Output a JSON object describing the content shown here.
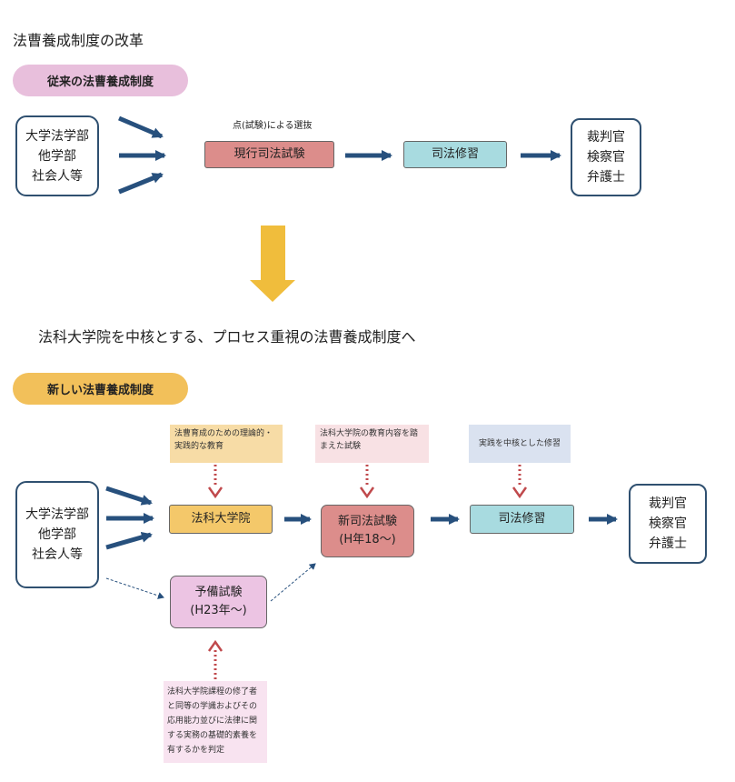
{
  "title": "法曹養成制度の改革",
  "old_system": {
    "label": "従来の法曹養成制度",
    "source": [
      "大学法学部",
      "他学部",
      "社会人等"
    ],
    "selection_note": "点(試験)による選抜",
    "exam": "現行司法試験",
    "training": "司法修習",
    "professions": [
      "裁判官",
      "検察官",
      "弁護士"
    ]
  },
  "headline": "法科大学院を中核とする、プロセス重視の法曹養成制度へ",
  "new_system": {
    "label": "新しい法曹養成制度",
    "source": [
      "大学法学部",
      "他学部",
      "社会人等"
    ],
    "note_law_school": "法曹育成のための理論的・実践的な教育",
    "note_exam": "法科大学院の教育内容を踏まえた試験",
    "note_training": "実践を中核とした修習",
    "law_school": "法科大学院",
    "new_exam": "新司法試験",
    "new_exam_year": "(H年18〜)",
    "prelim_exam": "予備試験",
    "prelim_exam_year": "(H23年〜)",
    "training": "司法修習",
    "professions": [
      "裁判官",
      "検察官",
      "弁護士"
    ],
    "note_prelim": "法科大学院課程の修了者と同等の学識およびその応用能力並びに法律に関する実務の基礎的素養を有するかを判定"
  },
  "colors": {
    "navy_arrow": "#27507d",
    "gold_arrow": "#f0bd3c",
    "red_dotted": "#c0494c",
    "exam_fill": "#dc8d8b",
    "training_fill": "#a8dbe0",
    "law_school_fill": "#f4c86a",
    "prelim_fill": "#ecc4e3",
    "note_law_school_fill": "#f7dca6",
    "note_exam_fill": "#f8e1e4",
    "note_training_fill": "#dae2f0",
    "note_prelim_fill": "#f8e3f0"
  }
}
